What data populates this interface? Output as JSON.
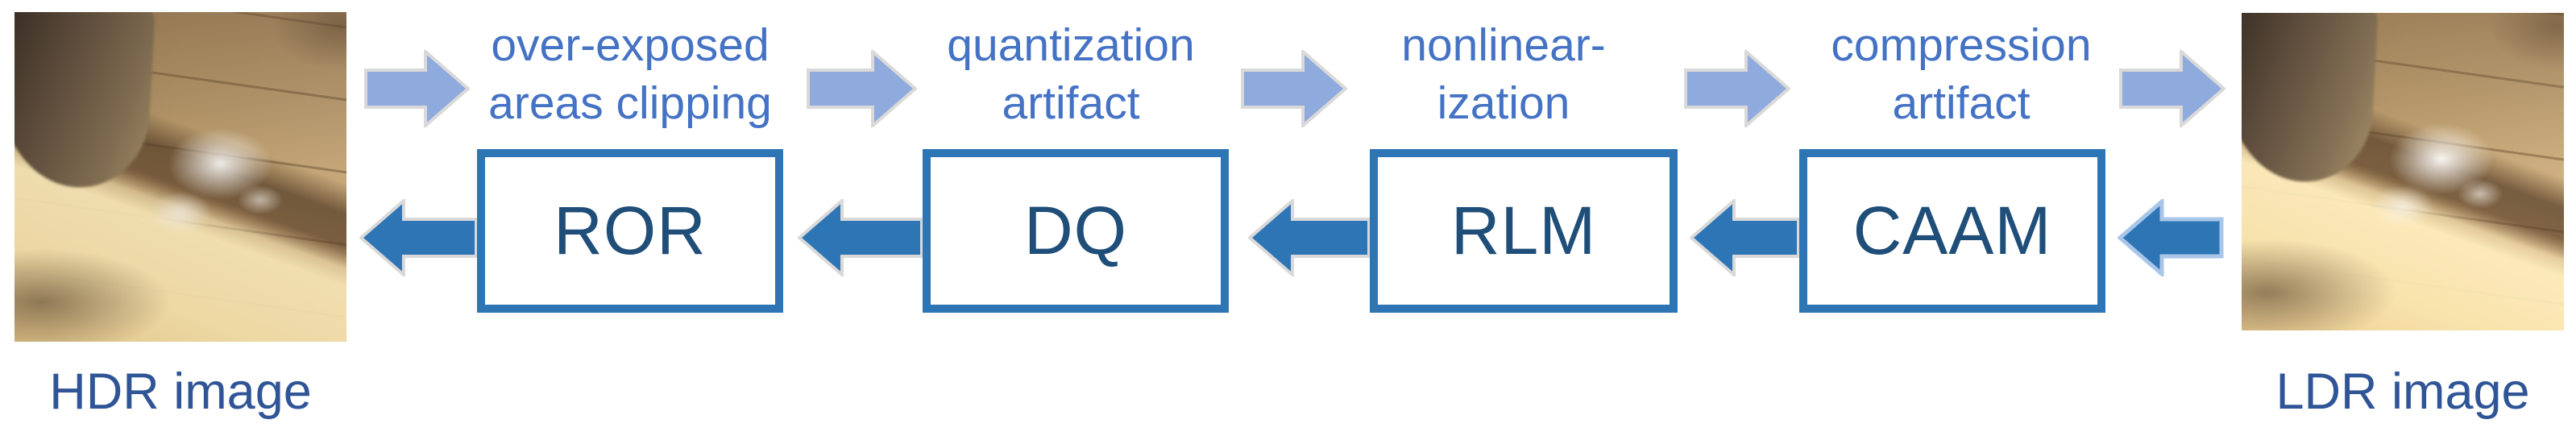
{
  "hdr_image": {
    "label": "HDR image"
  },
  "ldr_image": {
    "label": "LDR image"
  },
  "forward_steps": [
    {
      "line1": "over-exposed",
      "line2": "areas clipping"
    },
    {
      "line1": "quantization",
      "line2": "artifact"
    },
    {
      "line1": "nonlinear-",
      "line2": "ization"
    },
    {
      "line1": "compression",
      "line2": "artifact"
    }
  ],
  "inverse_modules": [
    {
      "label": "ROR"
    },
    {
      "label": "DQ"
    },
    {
      "label": "RLM"
    },
    {
      "label": "CAAM"
    }
  ],
  "icons": {
    "forward_arrow": "right-arrow",
    "inverse_arrow": "left-arrow"
  },
  "colors": {
    "forward_arrow_fill": "#8FAADC",
    "forward_arrow_outline": "#D9D9D9",
    "inverse_arrow_fill": "#2E75B6",
    "inverse_arrow_outline": "#D9D9D9",
    "inverse_arrow_outline_light": "#A9C6E8",
    "module_box_border": "#2E75B6",
    "module_box_text": "#1F4E79",
    "step_label_text": "#4472C4",
    "image_label_text": "#2F5597",
    "background": "#FFFFFF"
  }
}
